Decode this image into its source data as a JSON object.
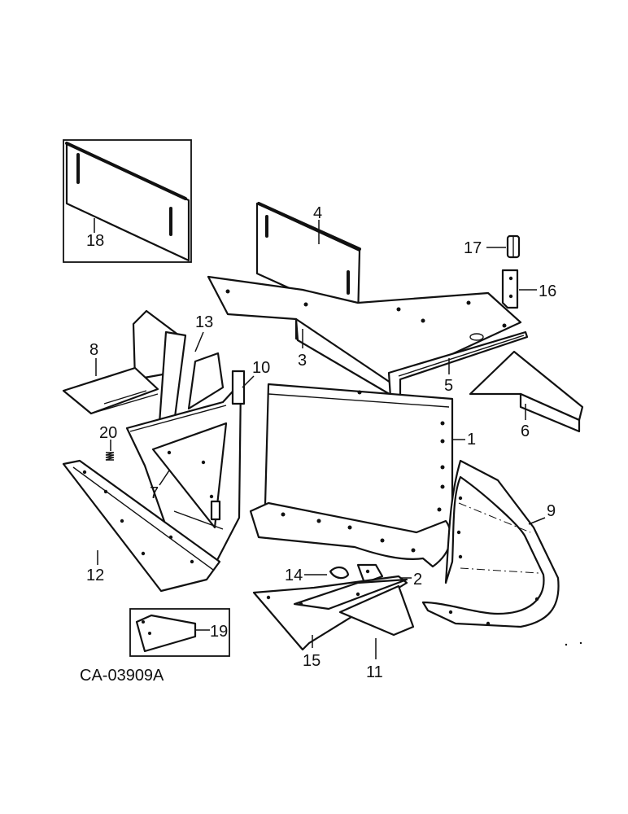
{
  "drawing_code": "CA-03909A",
  "part_labels": {
    "p1": "1",
    "p2": "2",
    "p3": "3",
    "p4": "4",
    "p5": "5",
    "p6": "6",
    "p7": "7",
    "p8": "8",
    "p9": "9",
    "p10": "10",
    "p11": "11",
    "p12": "12",
    "p13": "13",
    "p14": "14",
    "p15": "15",
    "p16": "16",
    "p17": "17",
    "p18": "18",
    "p19": "19",
    "p20": "20"
  }
}
